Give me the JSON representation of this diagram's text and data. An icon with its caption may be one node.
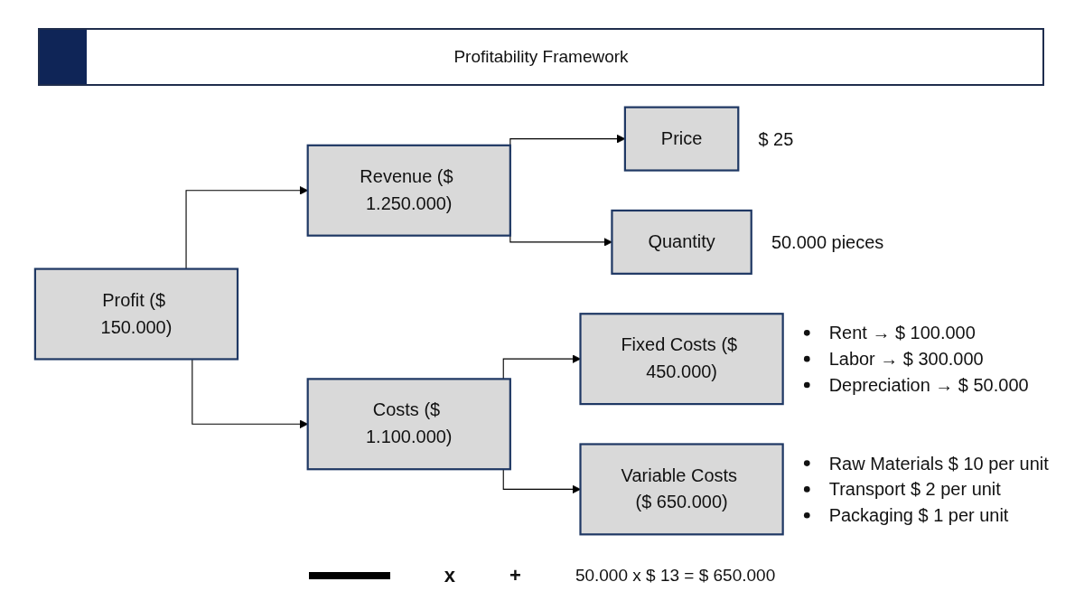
{
  "diagram": {
    "title": "Profitability Framework",
    "nodes": [
      {
        "text": [
          "Profit ($ 150.000)"
        ]
      },
      {
        "text": [
          "Revenue ($ 1.250.000)"
        ]
      },
      {
        "text": [
          "Costs ($ 1.100.000)"
        ]
      },
      {
        "text": [
          "Price"
        ],
        "beside": [
          "$ 25"
        ]
      },
      {
        "text": [
          "Quantity"
        ],
        "beside": [
          "50.000 pieces"
        ]
      },
      {
        "text": [
          "Fixed Costs ($ 450.000)"
        ],
        "beside": [
          "Rent → $ 100.000",
          "Labor → $ 300.000",
          "Depreciation → $ 50.000"
        ]
      },
      {
        "text": [
          "Variable Costs ($ 650.000)"
        ],
        "beside": [
          "Raw Materials $ 10 per unit",
          "Transport $ 2 per unit",
          "Packaging $ 1 per unit"
        ]
      }
    ],
    "edges": [
      {
        "from": 0,
        "to": 1,
        "arrow": "to"
      },
      {
        "from": 0,
        "to": 2,
        "arrow": "to"
      },
      {
        "from": 1,
        "to": 3,
        "arrow": "to"
      },
      {
        "from": 1,
        "to": 4,
        "arrow": "to"
      },
      {
        "from": 2,
        "to": 5,
        "arrow": "to"
      },
      {
        "from": 2,
        "to": 6,
        "arrow": "to"
      }
    ],
    "labels": [
      "x",
      "+",
      "50.000 x $ 13 = $ 650.000"
    ]
  }
}
